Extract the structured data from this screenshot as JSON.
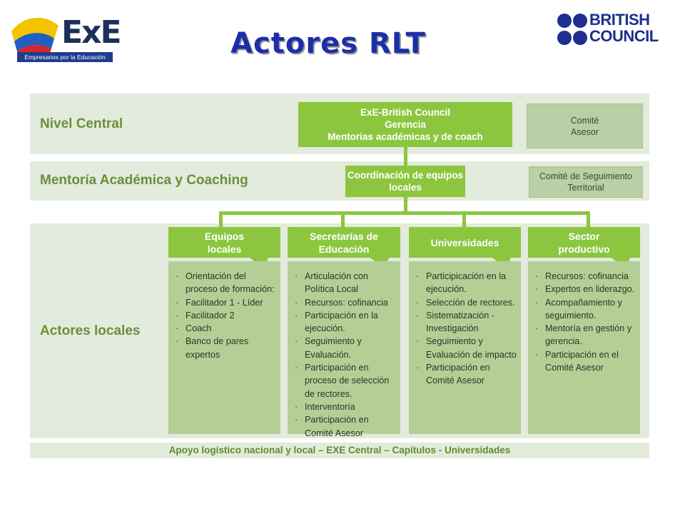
{
  "title": "Actores RLT",
  "logos": {
    "exe": {
      "name": "ExE",
      "tagline": "Empresarios por la Educación"
    },
    "british_council": {
      "line1": "BRITISH",
      "line2": "COUNCIL"
    }
  },
  "bands": {
    "central": "Nivel Central",
    "mentoria": "Mentoría Académica y Coaching",
    "locales": "Actores locales"
  },
  "central_box": "ExE-British Council\nGerencia\nMentorias académicas y de coach",
  "comite_asesor": "Comité\nAsesor",
  "coordinacion": "Coordinación de equipos\nlocales",
  "comite_seguimiento": "Comité de Seguimiento\nTerritorial",
  "columns": [
    {
      "header": "Equipos\nlocales",
      "items": [
        "Orientación del proceso de formación:",
        "Facilitador 1 - Líder",
        "Facilitador 2",
        "Coach",
        "Banco de pares expertos"
      ]
    },
    {
      "header": "Secretarías de\nEducación",
      "items": [
        "Articulación con Política Local",
        "Recursos: cofinancia",
        "Participación en la ejecución.",
        "Seguimiento y Evaluación.",
        "Participación en proceso de selección de rectores.",
        "Interventoría",
        "Participación en Comité Asesor"
      ]
    },
    {
      "header": "Universidades",
      "items": [
        "Participicación en la ejecución.",
        "Selección de rectores.",
        "Sistematización - Investigación",
        "Seguimiento y Evaluación de impacto",
        "Participación en Comité Asesor"
      ]
    },
    {
      "header": "Sector\nproductivo",
      "items": [
        "Recursos: cofinancia",
        "Expertos en liderazgo.",
        "Acompañamiento y seguimiento.",
        "Mentoría en gestión y gerencia.",
        "Participación en el Comité Asesor"
      ]
    }
  ],
  "footer": "Apoyo logístico nacional y local – EXE Central – Capítulos - Universidades",
  "colors": {
    "accent_green": "#8cc63f",
    "band_bg": "#e3ebdc",
    "title_blue": "#1c2ea8",
    "brand_blue": "#1e2f8f"
  }
}
